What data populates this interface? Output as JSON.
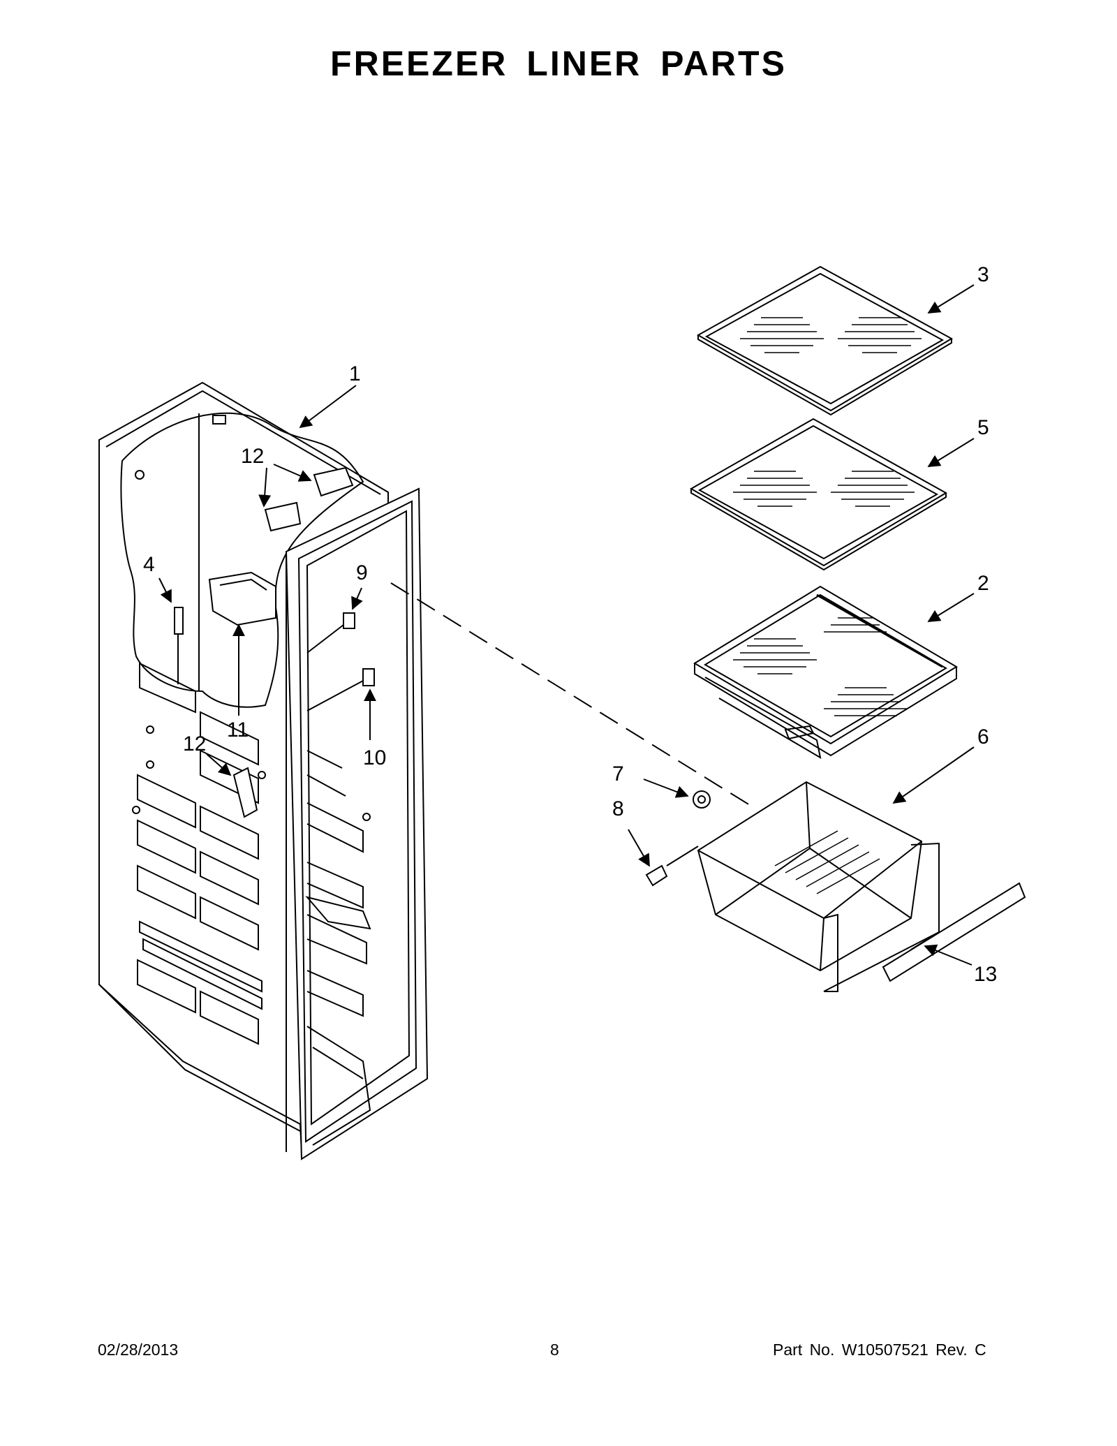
{
  "title": "FREEZER LINER PARTS",
  "callouts": {
    "c1": "1",
    "c2": "2",
    "c3": "3",
    "c4": "4",
    "c5": "5",
    "c6": "6",
    "c7": "7",
    "c8": "8",
    "c9": "9",
    "c10": "10",
    "c11": "11",
    "c12a": "12",
    "c12b": "12",
    "c13": "13"
  },
  "footer": {
    "date": "02/28/2013",
    "page": "8",
    "part_number": "Part No.  W10507521  Rev.  C"
  }
}
